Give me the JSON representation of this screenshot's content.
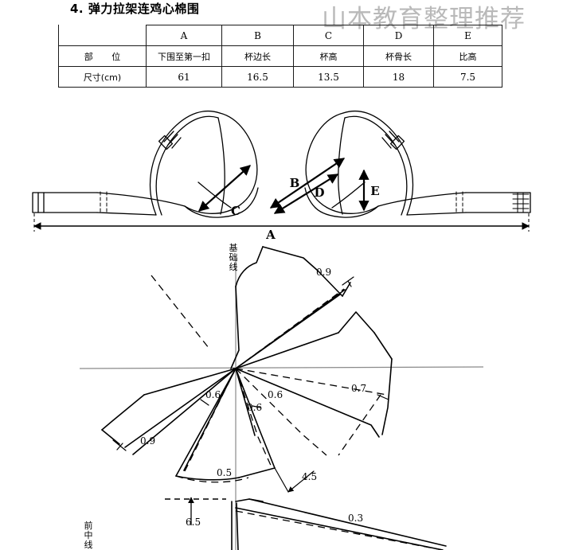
{
  "page": {
    "title": "4. 弹力拉架连鸡心棉围",
    "watermark": "山本教育整理推荐"
  },
  "spec_table": {
    "column_letters": [
      "",
      "A",
      "B",
      "C",
      "D",
      "E"
    ],
    "rows": [
      {
        "label": "部  位",
        "cells": [
          "下围至第一扣",
          "杯边长",
          "杯高",
          "杯骨长",
          "比高"
        ]
      },
      {
        "label": "尺寸(cm)",
        "cells": [
          "61",
          "16.5",
          "13.5",
          "18",
          "7.5"
        ]
      }
    ]
  },
  "bra_illustration": {
    "labels": {
      "a": "A",
      "b": "B",
      "c": "C",
      "d": "D",
      "e": "E"
    }
  },
  "pattern_draft": {
    "baseline_label": "基础线",
    "front_center_label": "前中线",
    "measurements": {
      "upper_right": "0.9",
      "lower_left": "0.9",
      "left_inner": "0.6",
      "center_left": "0.6",
      "center_right": "0.6",
      "right_panel": "0.7",
      "bottom_left": "0.5",
      "bottom_right": "4.5",
      "bottom_height": "6.5",
      "bottom_edge": "0.3"
    }
  }
}
